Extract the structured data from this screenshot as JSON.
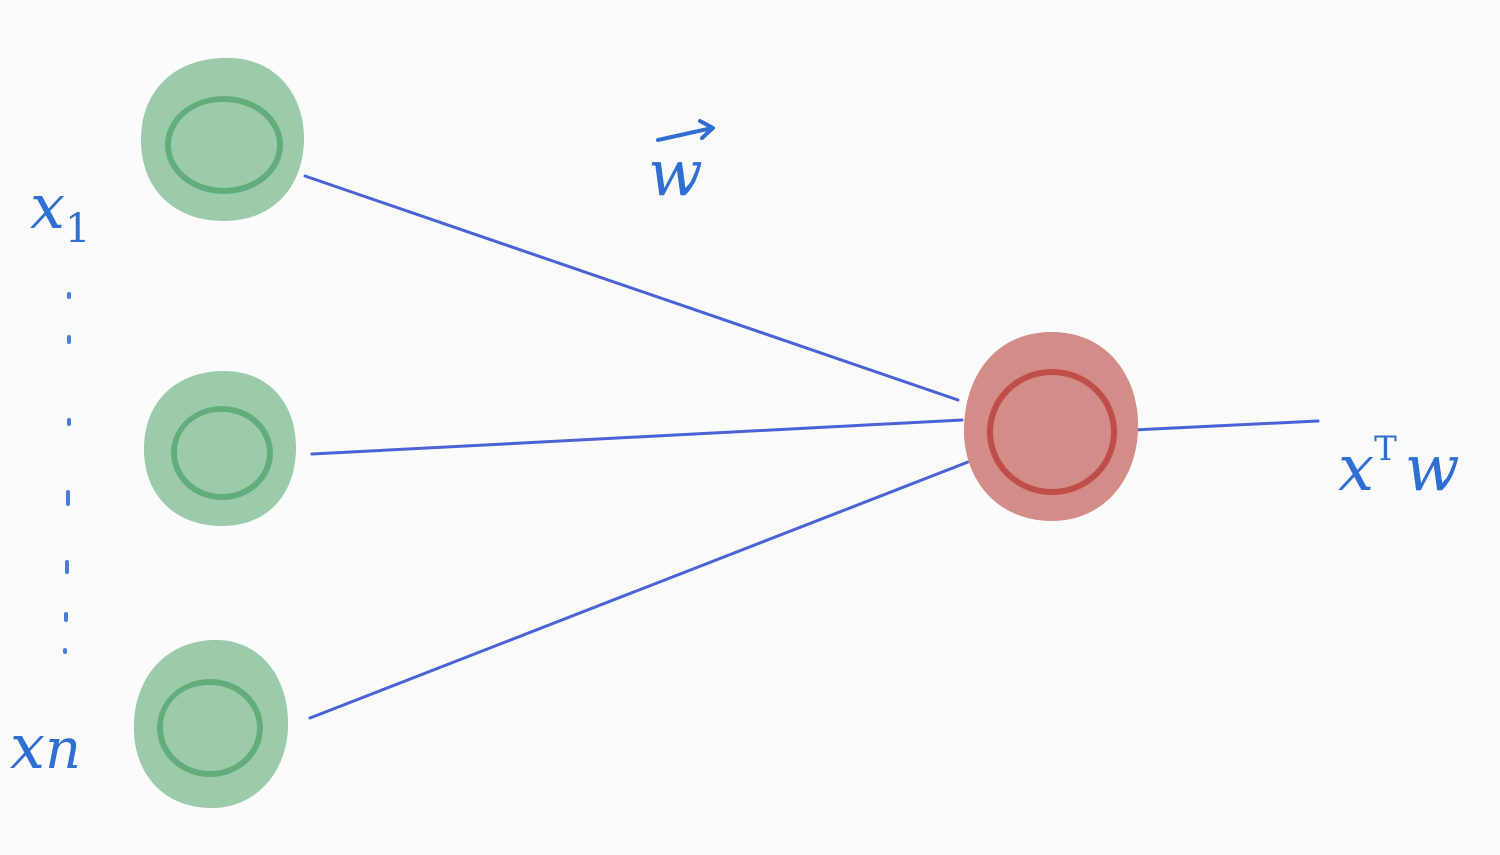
{
  "labels": {
    "first_input": "x",
    "first_input_sub": "1",
    "last_input": "x",
    "last_input_sub": "n",
    "weight": "w",
    "output_base": "x",
    "output_sup": "T",
    "output_tail": "w"
  },
  "colors": {
    "input_node_fill": "#9ccbab",
    "input_node_inner": "#63ad7d",
    "output_node_fill": "#d38c88",
    "output_node_inner": "#bf4e4b",
    "edge": "#4a63d6",
    "label_ink": "#2f6fd1",
    "background": "#fbfbfc"
  }
}
